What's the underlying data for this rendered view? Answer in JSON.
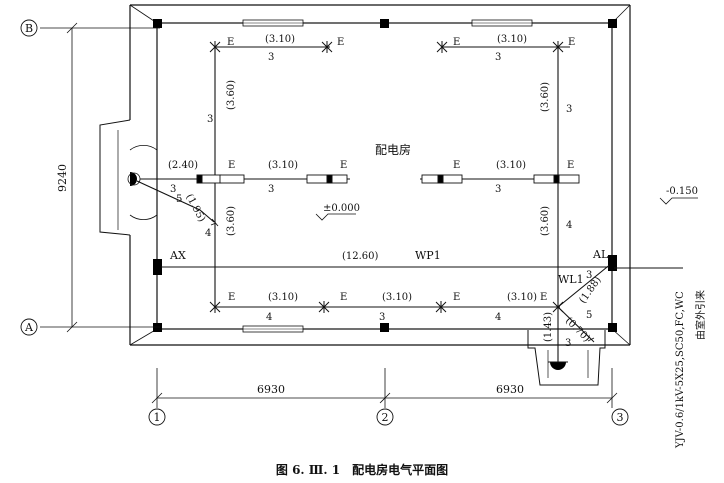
{
  "drawing": {
    "caption": "图 6. Ⅲ. 1　配电房电气平面图",
    "room_name": "配电房",
    "axis_labels": {
      "row_top": "B",
      "row_bottom": "A",
      "col_1": "1",
      "col_2": "2",
      "col_3": "3"
    },
    "dimensions": {
      "overall_depth": "9240",
      "bay_left": "6930",
      "bay_right": "6930"
    },
    "elevations": {
      "floor": "±0.000",
      "outdoor": "-0.150"
    },
    "panels": {
      "ax": "AX",
      "al": "AL",
      "wp1": "WP1",
      "wl1": "WL1"
    },
    "lamp_mark": "E",
    "conductor_counts": {
      "three": "3",
      "four": "4",
      "five": "5"
    },
    "runs": {
      "top_left": "(3.10)",
      "top_right": "(3.10)",
      "mid_left": "(3.10)",
      "mid_right": "(3.10)",
      "bot_1": "(3.10)",
      "bot_2": "(3.10)",
      "bot_3": "(3.10)",
      "left_upper": "(3.60)",
      "left_lower": "(3.60)",
      "right_upper": "(3.60)",
      "right_lower": "(3.60)",
      "entrance_run": "(2.40)",
      "switch_drop": "(1.95)",
      "wp1_run": "(12.60)",
      "al_1": "(1.88)",
      "al_2": "(0.70)",
      "al_3": "(1.43)"
    },
    "cable_spec": "YJV-0.6/1kV-5X25,SC50,FC,WC",
    "cable_note": "由室外引来"
  }
}
